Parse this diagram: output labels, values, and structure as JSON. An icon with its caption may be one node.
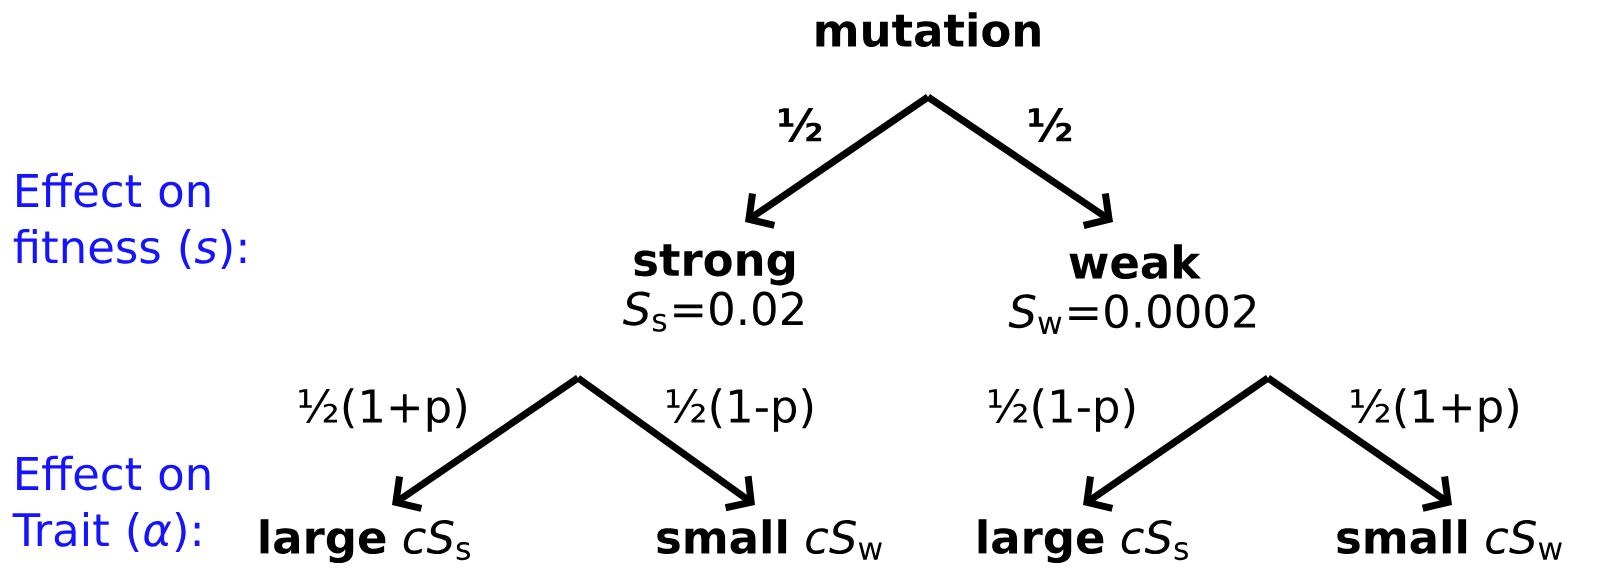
{
  "diagram": {
    "nodes": [
      {
        "text": [
          "mutation"
        ]
      },
      {
        "text": [
          "strong",
          "*S*$_{s}$=0.02"
        ]
      },
      {
        "text": [
          "weak",
          "*S*$_{w}$=0.0002"
        ]
      },
      {
        "text": [
          "**large** *cS*$_{s}$"
        ]
      },
      {
        "text": [
          "**small** *cS*$_{w}$"
        ]
      },
      {
        "text": [
          "**large** *cS*$_{s}$"
        ]
      },
      {
        "text": [
          "**small** *cS*$_{w}$"
        ]
      }
    ],
    "edges": [
      {
        "from": 0,
        "to": 1,
        "arrow": "to",
        "label": "½"
      },
      {
        "from": 0,
        "to": 2,
        "arrow": "to",
        "label": "½"
      },
      {
        "from": 1,
        "to": 3,
        "arrow": "to",
        "label": "½(1+p)"
      },
      {
        "from": 1,
        "to": 4,
        "arrow": "to",
        "label": "½(1-p)"
      },
      {
        "from": 2,
        "to": 5,
        "arrow": "to",
        "label": "½(1-p)"
      },
      {
        "from": 2,
        "to": 6,
        "arrow": "to",
        "label": "½(1+p)"
      }
    ],
    "labels": [
      "Effect on fitness (*s*):",
      "Effect on Trait (*α*):"
    ]
  }
}
